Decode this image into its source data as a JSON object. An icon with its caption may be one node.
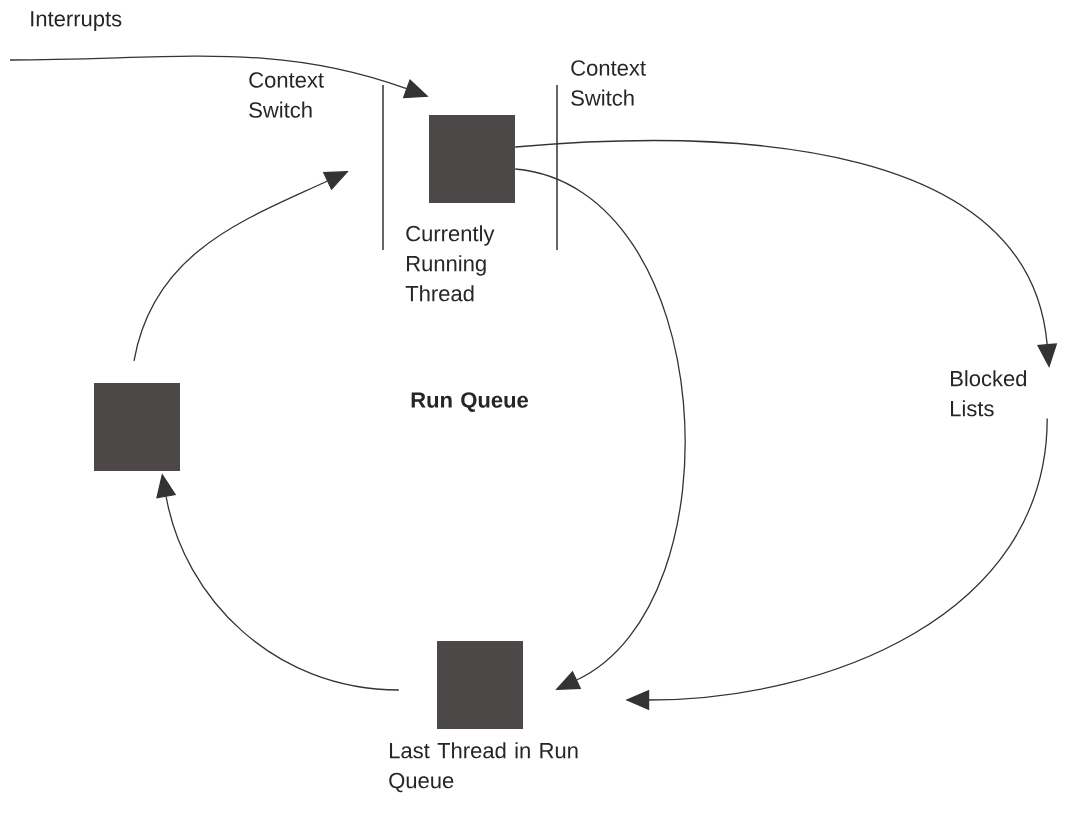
{
  "diagram": {
    "nodes": [
      {
        "text": [
          "Currently Running Thread"
        ]
      },
      {
        "text": [],
        "shape": "box"
      },
      {
        "text": [
          "Last Thread in Run Queue"
        ]
      },
      {
        "text": [
          "Blocked Lists"
        ]
      }
    ],
    "edges": [
      {
        "from": null,
        "to": 0,
        "arrow": "to",
        "label": "Interrupts"
      },
      {
        "from": 0,
        "to": 3,
        "arrow": "to"
      },
      {
        "from": 0,
        "to": 2,
        "arrow": "to"
      },
      {
        "from": 3,
        "to": 2,
        "arrow": "to"
      },
      {
        "from": 2,
        "to": 1,
        "arrow": "to"
      },
      {
        "from": 1,
        "to": 0,
        "arrow": "to"
      }
    ],
    "labels": [
      "Context Switch",
      "Context Switch",
      "Run Queue"
    ]
  }
}
